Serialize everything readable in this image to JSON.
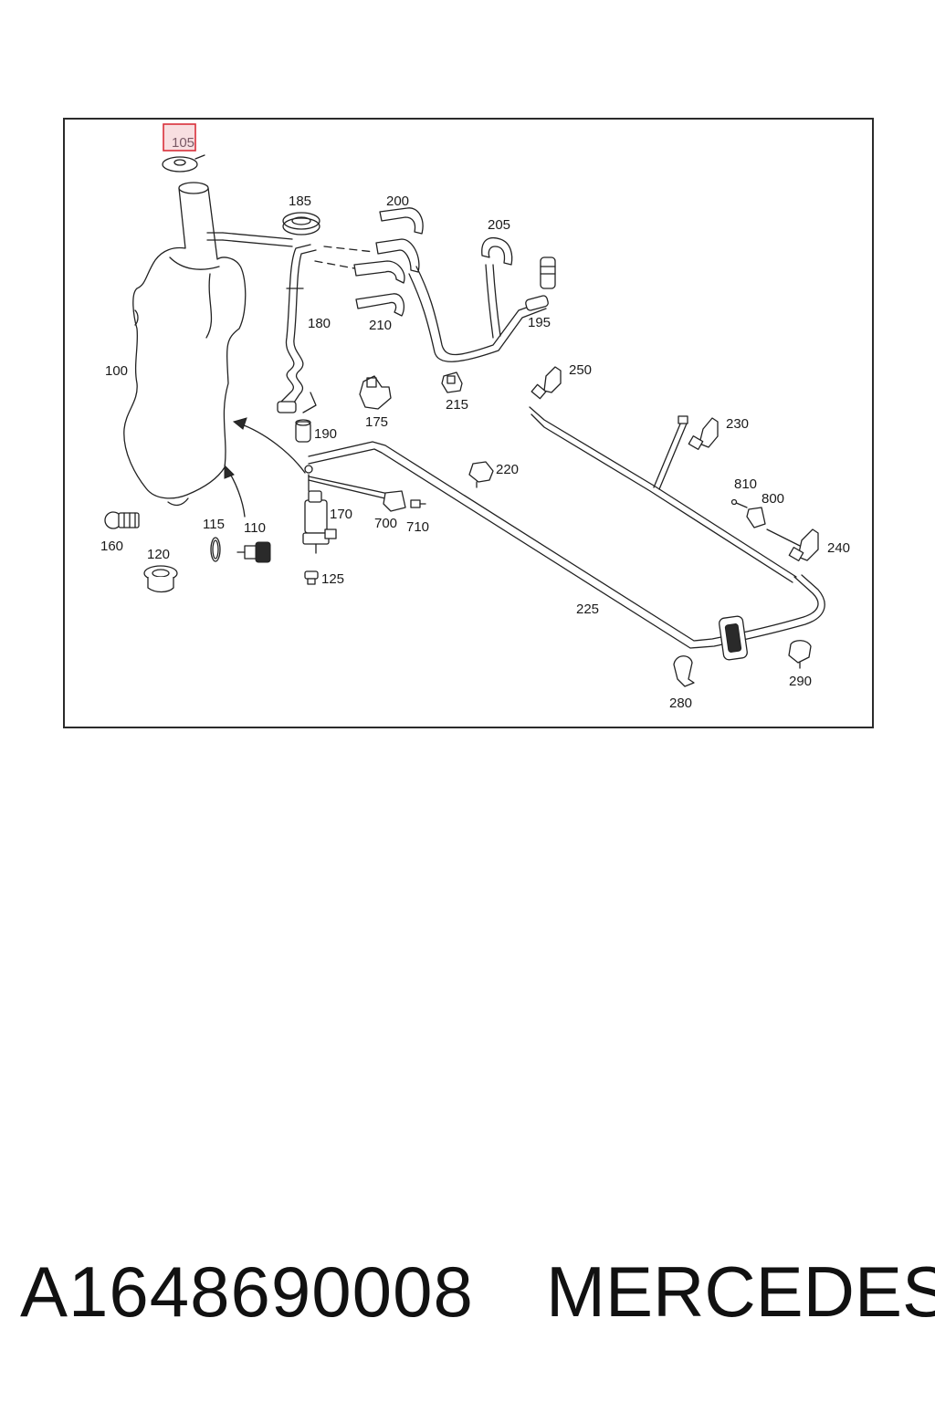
{
  "diagram": {
    "highlight_label": "105",
    "labels": {
      "l105": "105",
      "l185": "185",
      "l200": "200",
      "l205": "205",
      "l195": "195",
      "l210": "210",
      "l180": "180",
      "l100": "100",
      "l250": "250",
      "l215": "215",
      "l175": "175",
      "l190": "190",
      "l230": "230",
      "l220": "220",
      "l810": "810",
      "l800": "800",
      "l170": "170",
      "l700": "700",
      "l710": "710",
      "l115": "115",
      "l110": "110",
      "l160": "160",
      "l120": "120",
      "l240": "240",
      "l125": "125",
      "l225": "225",
      "l290": "290",
      "l280": "280"
    },
    "highlight_color": "#d9303a"
  },
  "footer": {
    "part_number": "A1648690008",
    "brand": "MERCEDES"
  }
}
